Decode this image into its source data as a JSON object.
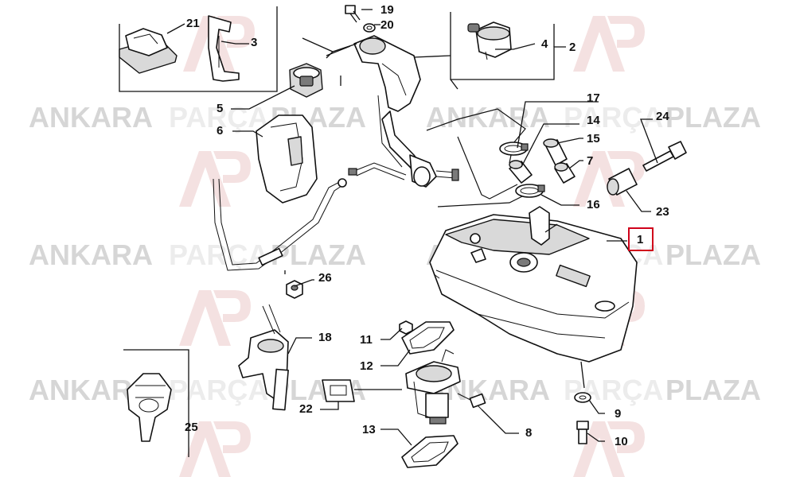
{
  "watermark": {
    "word1": "ANKARA",
    "word2": "PARÇA",
    "word3": "PLAZA",
    "logo_text": "AP",
    "color_main": "#d6d6d6",
    "color_light": "#ececec",
    "logo_color": "#f3dede"
  },
  "callouts": {
    "p1": "1",
    "p2": "2",
    "p3": "3",
    "p4": "4",
    "p5": "5",
    "p6": "6",
    "p7": "7",
    "p8": "8",
    "p9": "9",
    "p10": "10",
    "p11": "11",
    "p12": "12",
    "p13": "13",
    "p14": "14",
    "p15": "15",
    "p16": "16",
    "p17": "17",
    "p18": "18",
    "p19": "19",
    "p20": "20",
    "p21": "21",
    "p22": "22",
    "p23": "23",
    "p24": "24",
    "p25": "25",
    "p26": "26"
  },
  "highlight": {
    "part": "1",
    "color": "#d0021b"
  }
}
